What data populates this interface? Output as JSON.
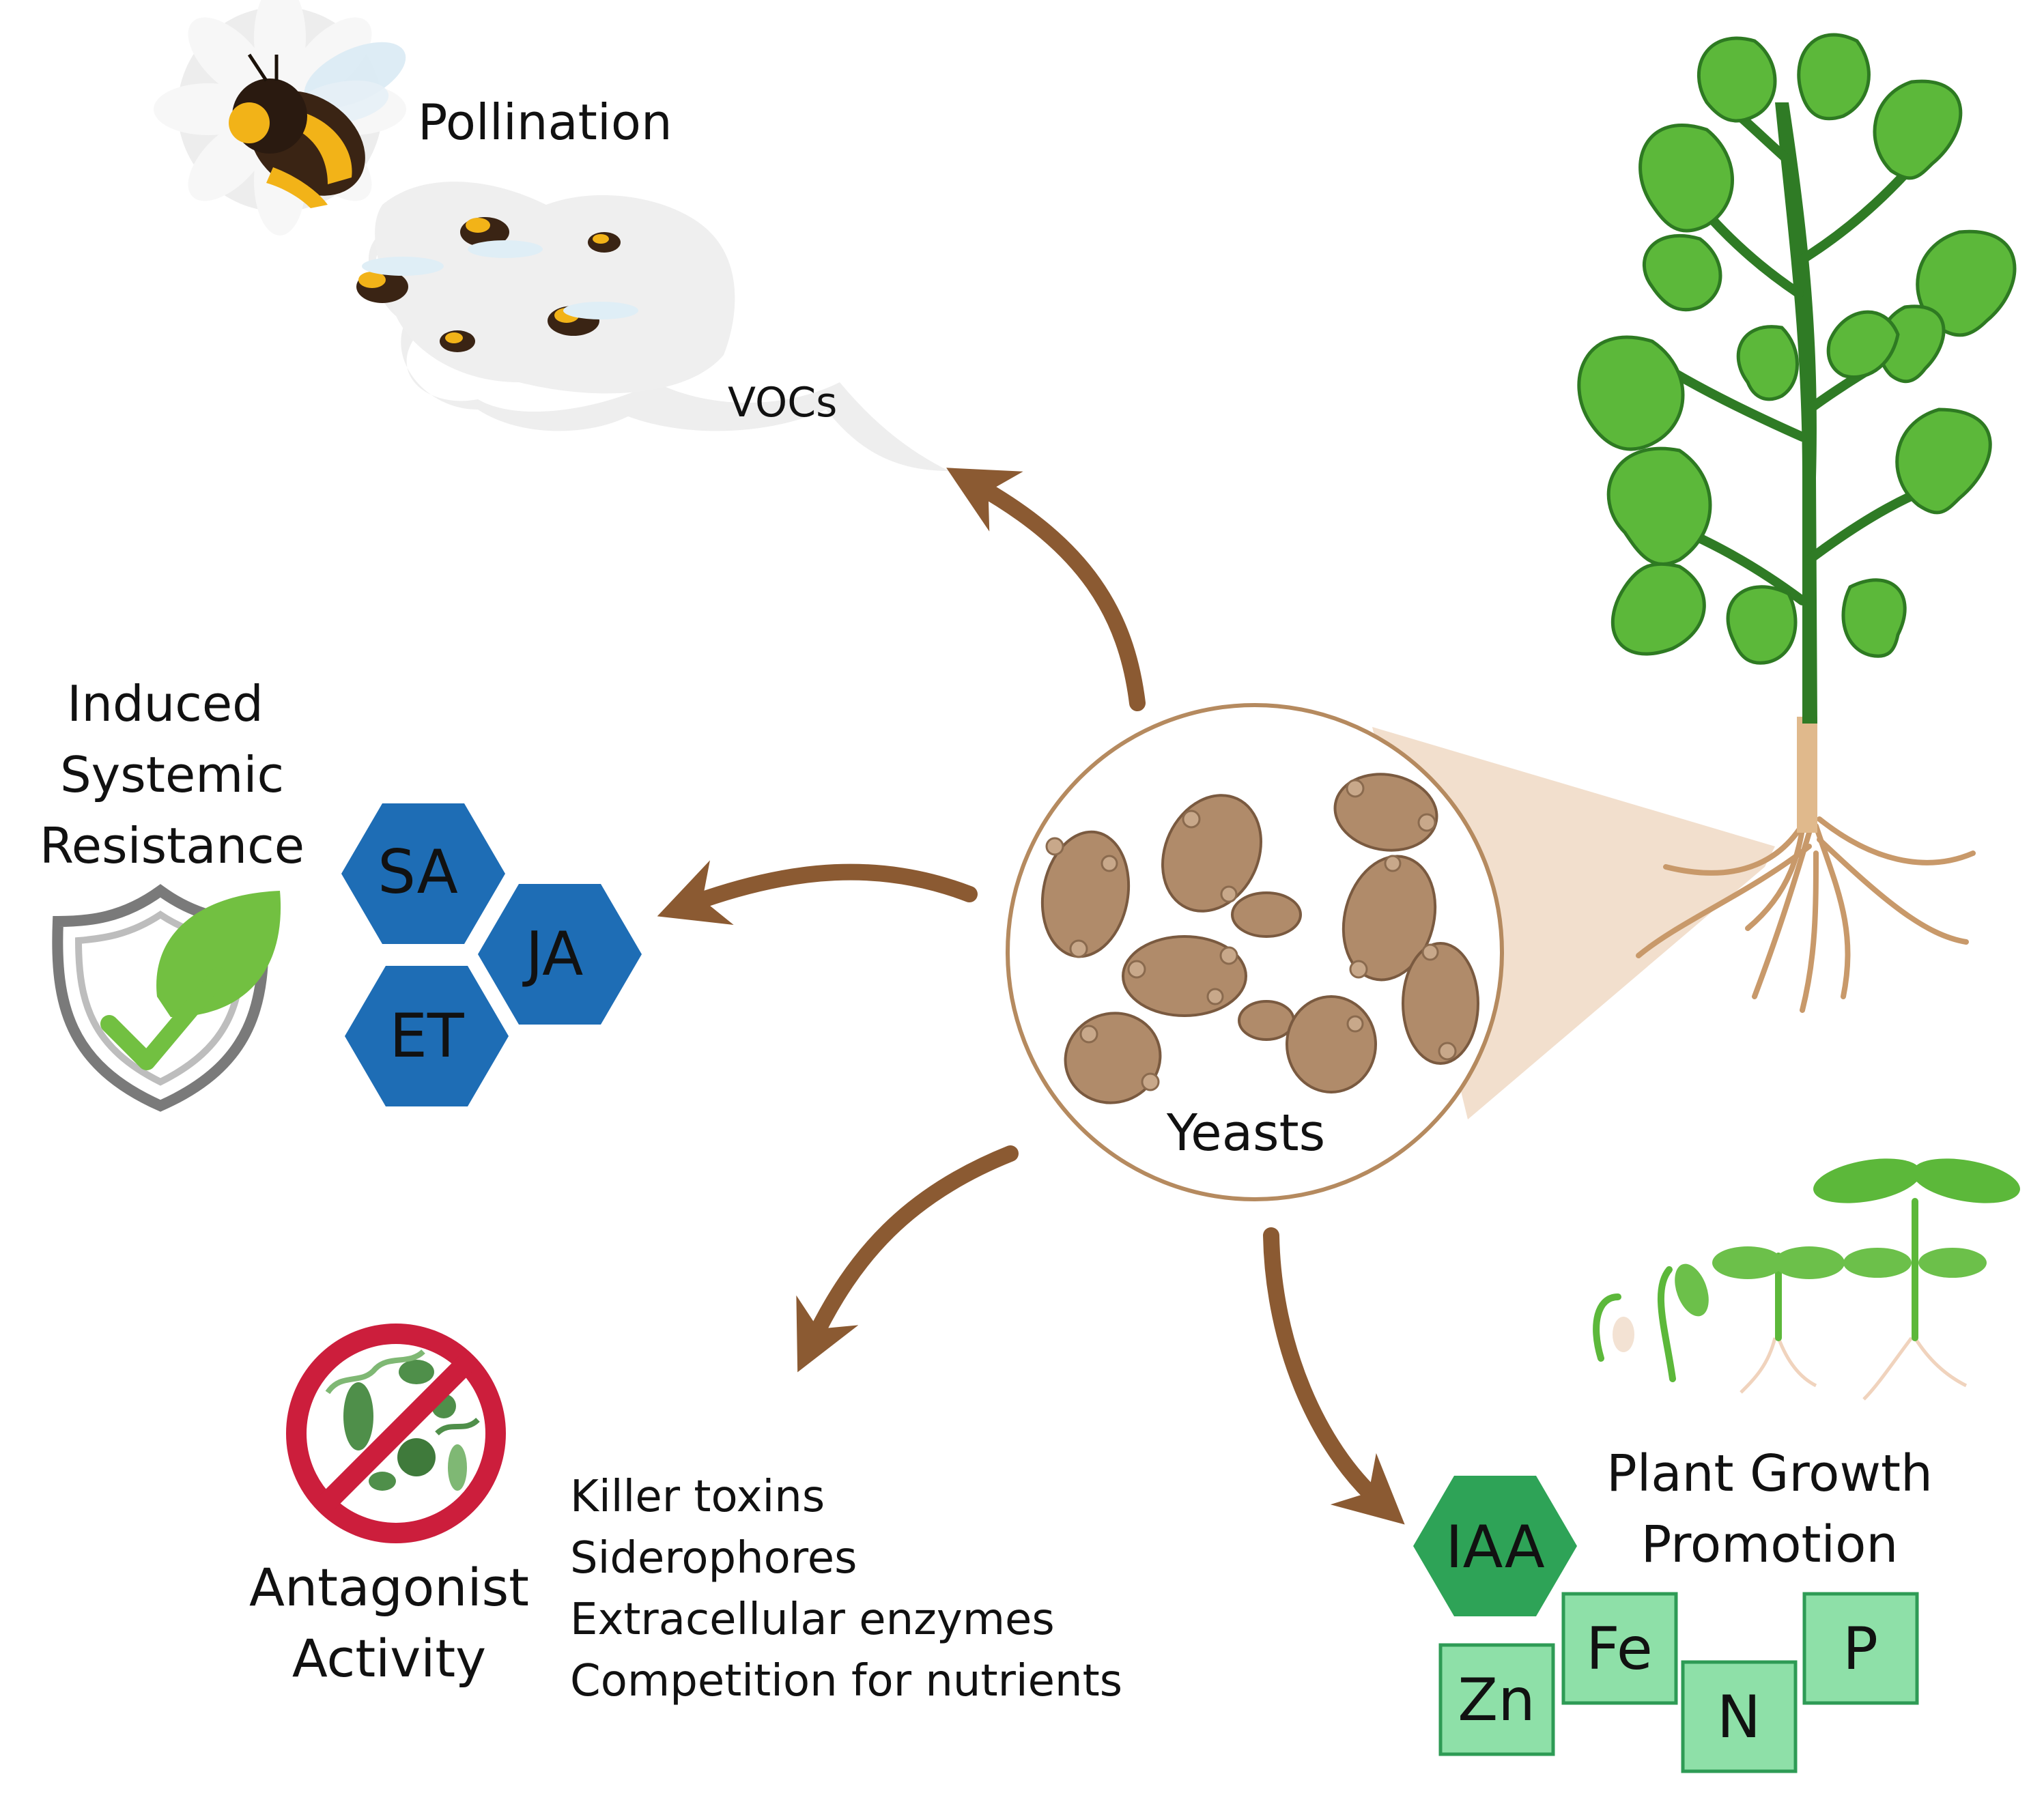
{
  "pollination": {
    "title": "Pollination",
    "vocs": "VOCs"
  },
  "isr": {
    "title_line1": "Induced",
    "title_line2": "Systemic",
    "title_line3": "Resistance",
    "hormones": [
      "SA",
      "JA",
      "ET"
    ]
  },
  "center": {
    "label": "Yeasts"
  },
  "antagonist": {
    "title_line1": "Antagonist",
    "title_line2": "Activity",
    "mechanisms": [
      "Killer toxins",
      "Siderophores",
      "Extracellular enzymes",
      "Competition for nutrients"
    ]
  },
  "growth": {
    "title_line1": "Plant Growth",
    "title_line2": "Promotion",
    "hormone": "IAA",
    "nutrients": [
      "Zn",
      "Fe",
      "N",
      "P"
    ]
  },
  "colors": {
    "arrow": "#8b5a32",
    "hormone_blue": "#1e6db5",
    "iaa_green": "#2ea357",
    "nutrient_green": "#8ee0a8",
    "shield_leaf": "#72c041",
    "no_sign_red": "#cc1e3c"
  }
}
